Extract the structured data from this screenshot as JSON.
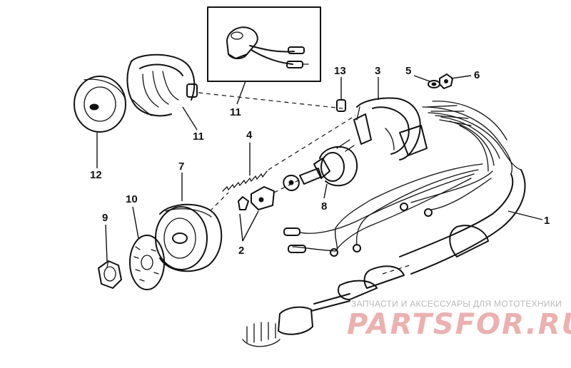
{
  "callouts": {
    "c1": "1",
    "c2": "2",
    "c3": "3",
    "c4": "4",
    "c5": "5",
    "c6": "6",
    "c7": "7",
    "c8": "8",
    "c9": "9",
    "c10": "10",
    "c11a": "11",
    "c11b": "11",
    "c12": "12",
    "c13": "13"
  },
  "watermark": {
    "tagline": "ЗАПЧАСТИ И АКСЕССУАРЫ ДЛЯ МОТОТЕХНИКИ",
    "logo": "PARTSFOR.RU"
  }
}
